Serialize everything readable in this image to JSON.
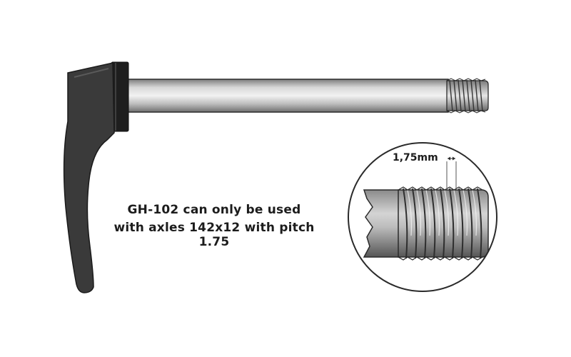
{
  "caption": {
    "line1": "GH-102 can only be used",
    "line2": "with axles 142x12 with pitch 1.75"
  },
  "detail": {
    "pitch_label": "1,75mm"
  },
  "colors": {
    "lever": "#3a3a3a",
    "collar": "#1e1e1e",
    "shaft_light": "#f0f0f0",
    "shaft_dark": "#7a7a7a",
    "outline": "#2a2a2a"
  }
}
